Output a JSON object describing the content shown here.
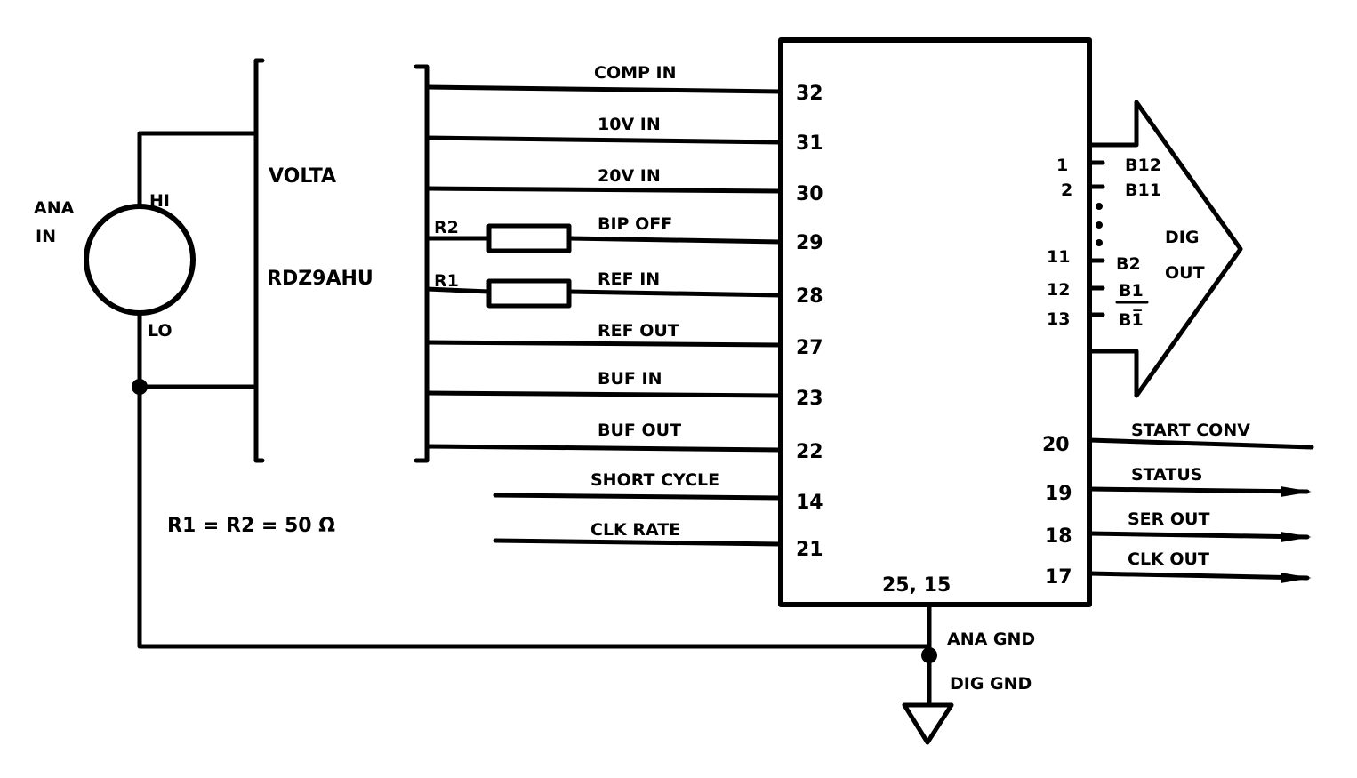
{
  "source": {
    "label_line1": "ANA",
    "label_line2": "IN",
    "hi": "HI",
    "lo": "LO"
  },
  "meter": {
    "line1": "VOLTA",
    "line2": "RDZ9AHU"
  },
  "resistor_note": "R1 = R2 = 50 Ω",
  "resistors": {
    "r1": "R1",
    "r2": "R2"
  },
  "left_pins": [
    {
      "label": "COMP IN",
      "pin": "32"
    },
    {
      "label": "10V IN",
      "pin": "31"
    },
    {
      "label": "20V IN",
      "pin": "30"
    },
    {
      "label": "BIP OFF",
      "pin": "29"
    },
    {
      "label": "REF IN",
      "pin": "28"
    },
    {
      "label": "REF OUT",
      "pin": "27"
    },
    {
      "label": "BUF IN",
      "pin": "23"
    },
    {
      "label": "BUF OUT",
      "pin": "22"
    },
    {
      "label": "SHORT CYCLE",
      "pin": "14"
    },
    {
      "label": "CLK RATE",
      "pin": "21"
    }
  ],
  "data_pins": [
    {
      "pin": "1",
      "label": "B12"
    },
    {
      "pin": "2",
      "label": "B11"
    },
    {
      "pin": "11",
      "label": "B2"
    },
    {
      "pin": "12",
      "label": "B1"
    },
    {
      "pin": "13",
      "label": "B1̅"
    }
  ],
  "dig_out": {
    "line1": "DIG",
    "line2": "OUT"
  },
  "right_pins": [
    {
      "pin": "20",
      "label": "START CONV"
    },
    {
      "pin": "19",
      "label": "STATUS"
    },
    {
      "pin": "18",
      "label": "SER OUT"
    },
    {
      "pin": "17",
      "label": "CLK OUT"
    }
  ],
  "ground": {
    "pins": "25, 15",
    "ana": "ANA GND",
    "dig": "DIG GND"
  }
}
